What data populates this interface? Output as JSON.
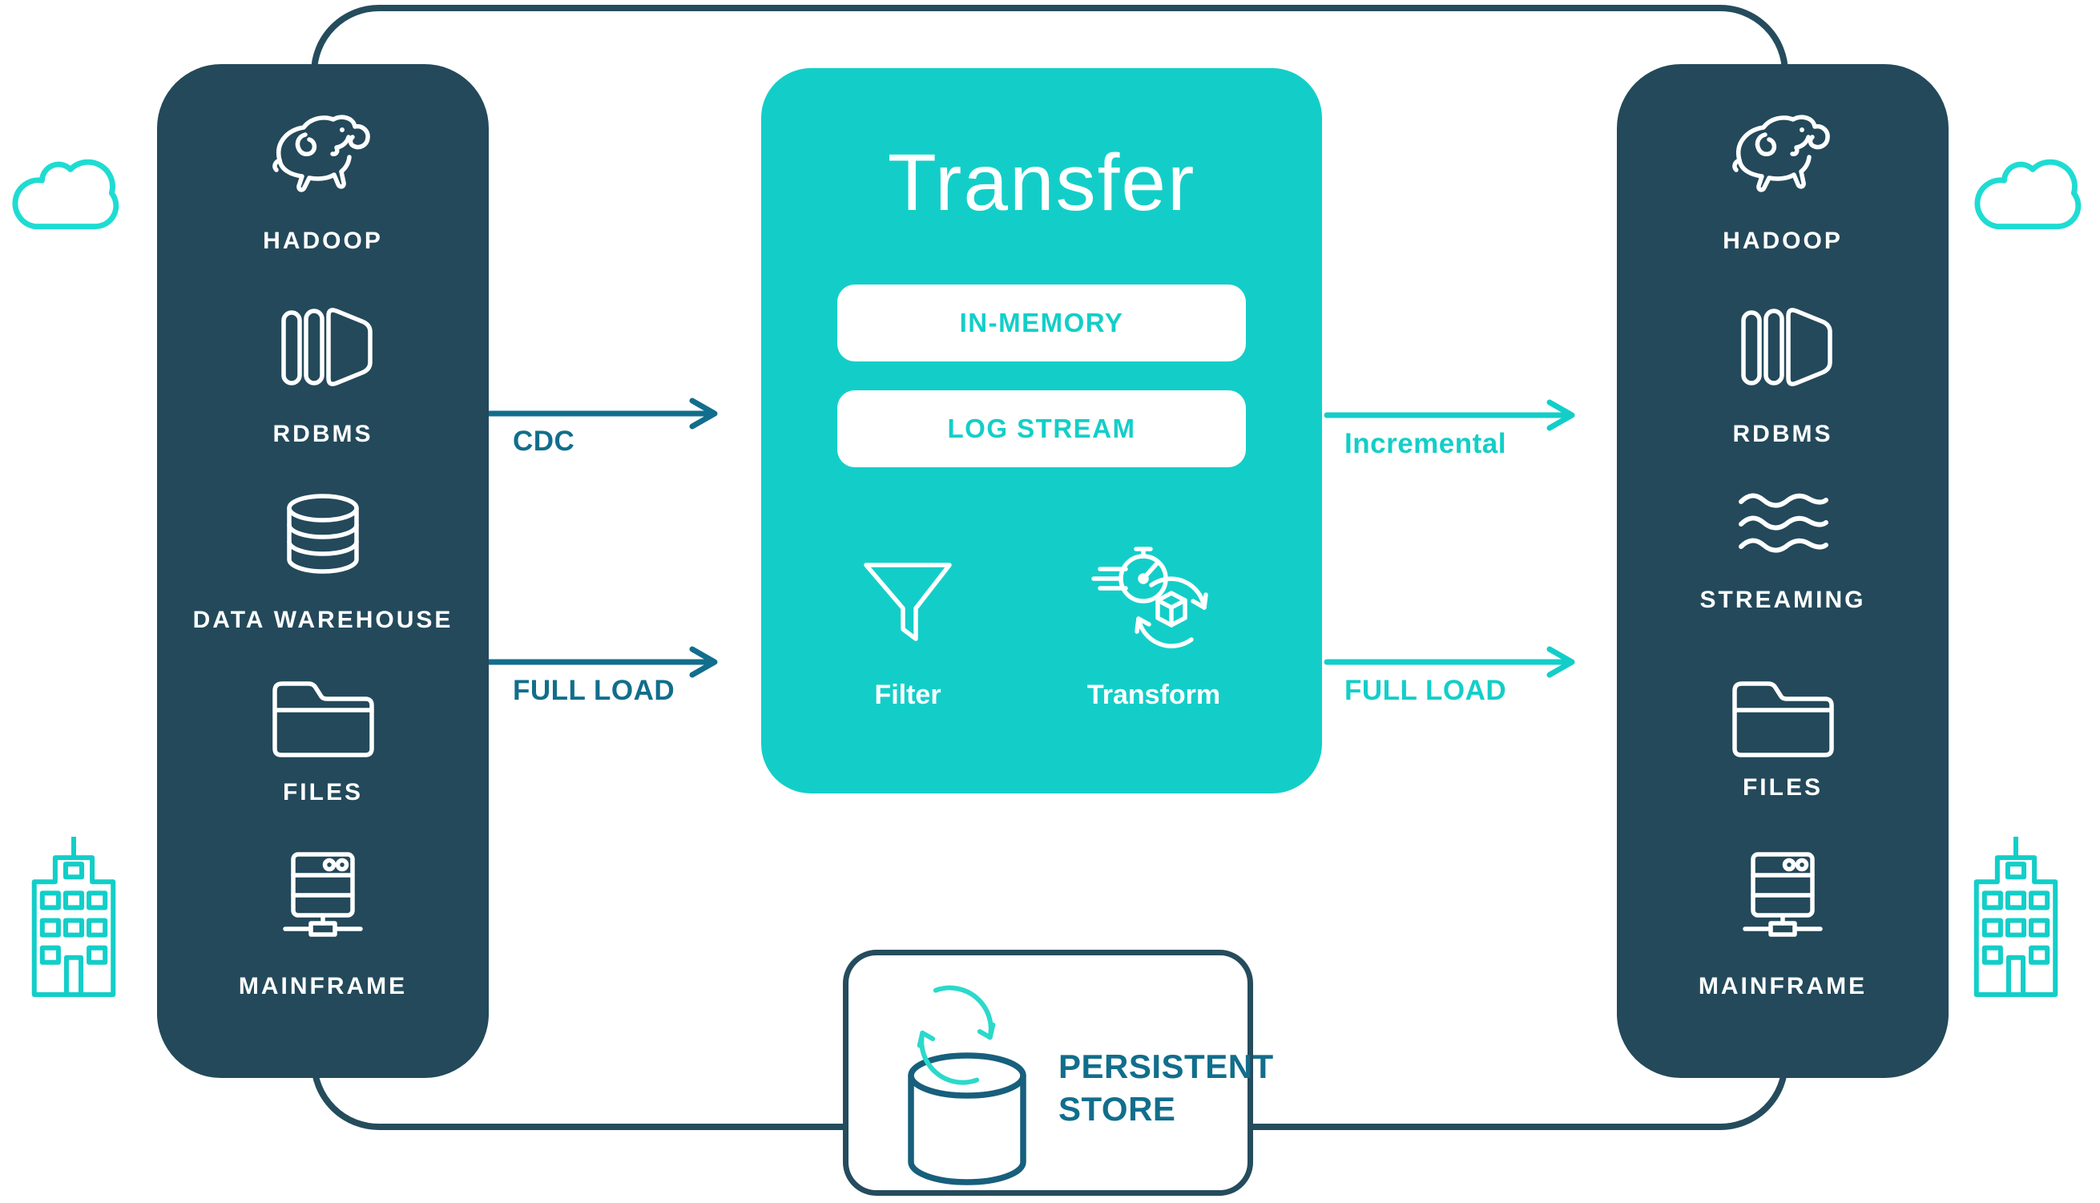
{
  "colors": {
    "dark_panel": "#23495B",
    "border_dark": "#254C5D",
    "teal": "#13CEC8",
    "flow_dark": "#116E8C",
    "store_text": "#116E8C",
    "cloud_teal": "#1EDCD2",
    "white": "#FFFFFF"
  },
  "sources_panel": {
    "items": [
      {
        "label": "HADOOP",
        "icon": "hadoop-elephant-icon"
      },
      {
        "label": "RDBMS",
        "icon": "rdbms-icon"
      },
      {
        "label": "DATA WAREHOUSE",
        "icon": "data-warehouse-icon"
      },
      {
        "label": "FILES",
        "icon": "folder-icon"
      },
      {
        "label": "MAINFRAME",
        "icon": "mainframe-icon"
      }
    ]
  },
  "transfer_panel": {
    "title": "Transfer",
    "buttons": [
      {
        "label": "IN-MEMORY"
      },
      {
        "label": "LOG STREAM"
      }
    ],
    "features": [
      {
        "label": "Filter",
        "icon": "funnel-icon"
      },
      {
        "label": "Transform",
        "icon": "stopwatch-transform-icon"
      }
    ]
  },
  "targets_panel": {
    "items": [
      {
        "label": "HADOOP",
        "icon": "hadoop-elephant-icon"
      },
      {
        "label": "RDBMS",
        "icon": "rdbms-icon"
      },
      {
        "label": "STREAMING",
        "icon": "streaming-waves-icon"
      },
      {
        "label": "FILES",
        "icon": "folder-icon"
      },
      {
        "label": "MAINFRAME",
        "icon": "mainframe-icon"
      }
    ]
  },
  "flows": {
    "left": [
      {
        "label": "CDC"
      },
      {
        "label": "FULL LOAD"
      }
    ],
    "right": [
      {
        "label": "Incremental"
      },
      {
        "label": "FULL LOAD"
      }
    ]
  },
  "persistent_store": {
    "label_line1": "PERSISTENT",
    "label_line2": "STORE",
    "icon": "database-cylinder-icon",
    "overlay_icon": "refresh-arrows-icon"
  }
}
